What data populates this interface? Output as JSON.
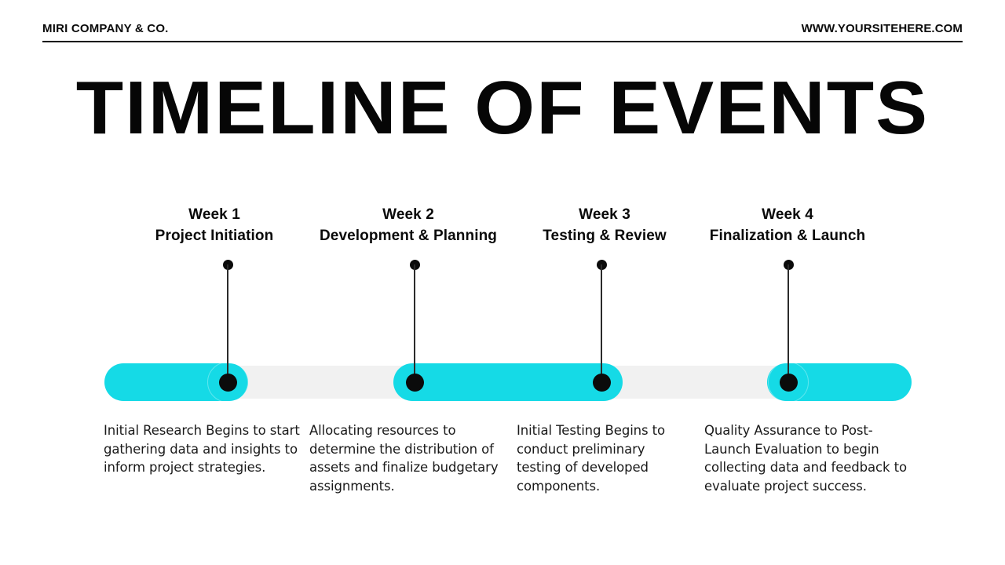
{
  "header": {
    "brand": "MIRI COMPANY & CO.",
    "website": "WWW.YOURSITEHERE.COM"
  },
  "title": "TIMELINE OF EVENTS",
  "theme": {
    "accent": "#15dae6",
    "track": "#f1f1f1",
    "ink": "#0b0b0b",
    "background": "#ffffff"
  },
  "timeline": {
    "milestones": [
      {
        "week": "Week 1",
        "phase": "Project Initiation",
        "description": "Initial Research Begins to start gathering data and insights to inform project strategies."
      },
      {
        "week": "Week 2",
        "phase": "Development & Planning",
        "description": "Allocating resources to determine the distribution of assets and finalize budgetary assignments."
      },
      {
        "week": "Week 3",
        "phase": "Testing & Review",
        "description": "Initial Testing Begins to conduct preliminary testing of developed components."
      },
      {
        "week": "Week 4",
        "phase": "Finalization & Launch",
        "description": "Quality Assurance to Post-Launch Evaluation to begin collecting data and feedback to evaluate project success."
      }
    ]
  }
}
